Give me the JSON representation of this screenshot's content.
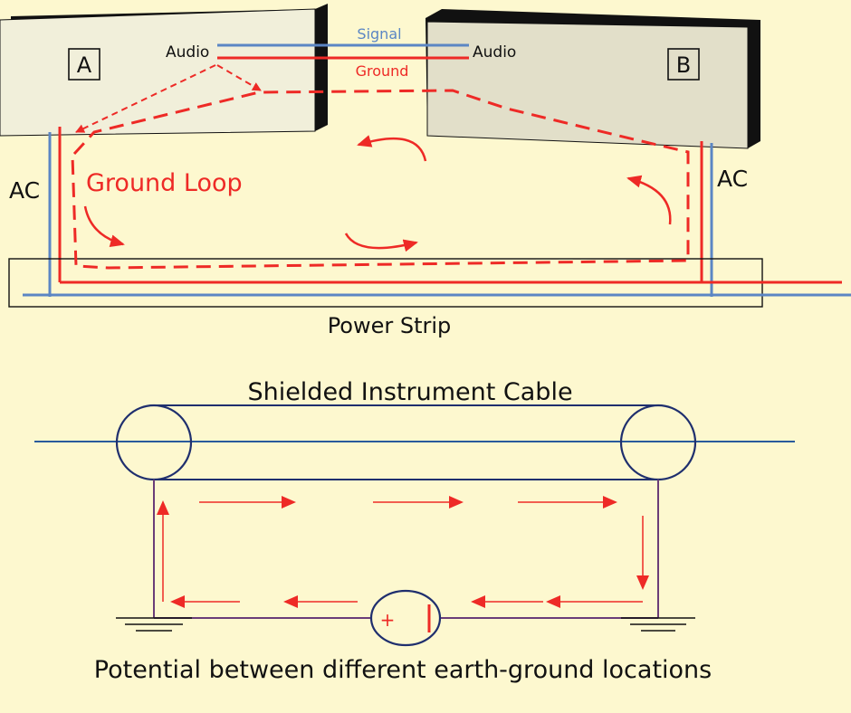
{
  "top_diagram": {
    "device_a_label": "A",
    "device_b_label": "B",
    "audio_a": "Audio",
    "audio_b": "Audio",
    "signal_label": "Signal",
    "ground_label": "Ground",
    "ac_left": "AC",
    "ac_right": "AC",
    "ground_loop_label": "Ground Loop",
    "power_strip_label": "Power Strip"
  },
  "bottom_diagram": {
    "cable_title": "Shielded Instrument Cable",
    "source_plus": "+",
    "caption": "Potential between different earth-ground locations"
  },
  "colors": {
    "background": "#fdf8cf",
    "signal_blue": "#5b86c4",
    "ground_red": "#ee2a26",
    "cable_navy": "#1f2f6e",
    "circuit_purple": "#6a3d78",
    "device_a_fill": "#f1efda",
    "device_b_fill": "#e2dfc9",
    "device_shadow": "#111111"
  }
}
